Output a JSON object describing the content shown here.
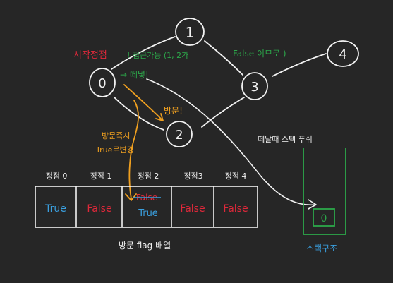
{
  "colors": {
    "background": "#262626",
    "white": "#f2f2f2",
    "red": "#e0283a",
    "green": "#2ca84a",
    "orange": "#f0a020",
    "blue": "#3aa0e0"
  },
  "nodes": [
    {
      "id": "0",
      "label": "0"
    },
    {
      "id": "1",
      "label": "1"
    },
    {
      "id": "2",
      "label": "2"
    },
    {
      "id": "3",
      "label": "3"
    },
    {
      "id": "4",
      "label": "4"
    }
  ],
  "annotations": {
    "start_vertex": "시작정점",
    "accessible": "! 접근가능 (1, 2가",
    "false_reason": "False 이므로 )",
    "push": "→ 떼넣!",
    "visit": "방문!",
    "on_visit_line1": "방문즉시",
    "on_visit_line2": "True로변경",
    "push_stack": "떼날때 스택 푸쉬",
    "stack_structure": "스택구조",
    "flag_array": "방문 flag 배열"
  },
  "flag_table": {
    "headers": [
      "정점 0",
      "정점 1",
      "정점 2",
      "정점3",
      "정점 4"
    ],
    "cells": [
      {
        "value": "True"
      },
      {
        "value": "False"
      },
      {
        "old": "False",
        "value": "True"
      },
      {
        "value": "False"
      },
      {
        "value": "False"
      }
    ]
  },
  "stack": {
    "items": [
      "0"
    ]
  }
}
